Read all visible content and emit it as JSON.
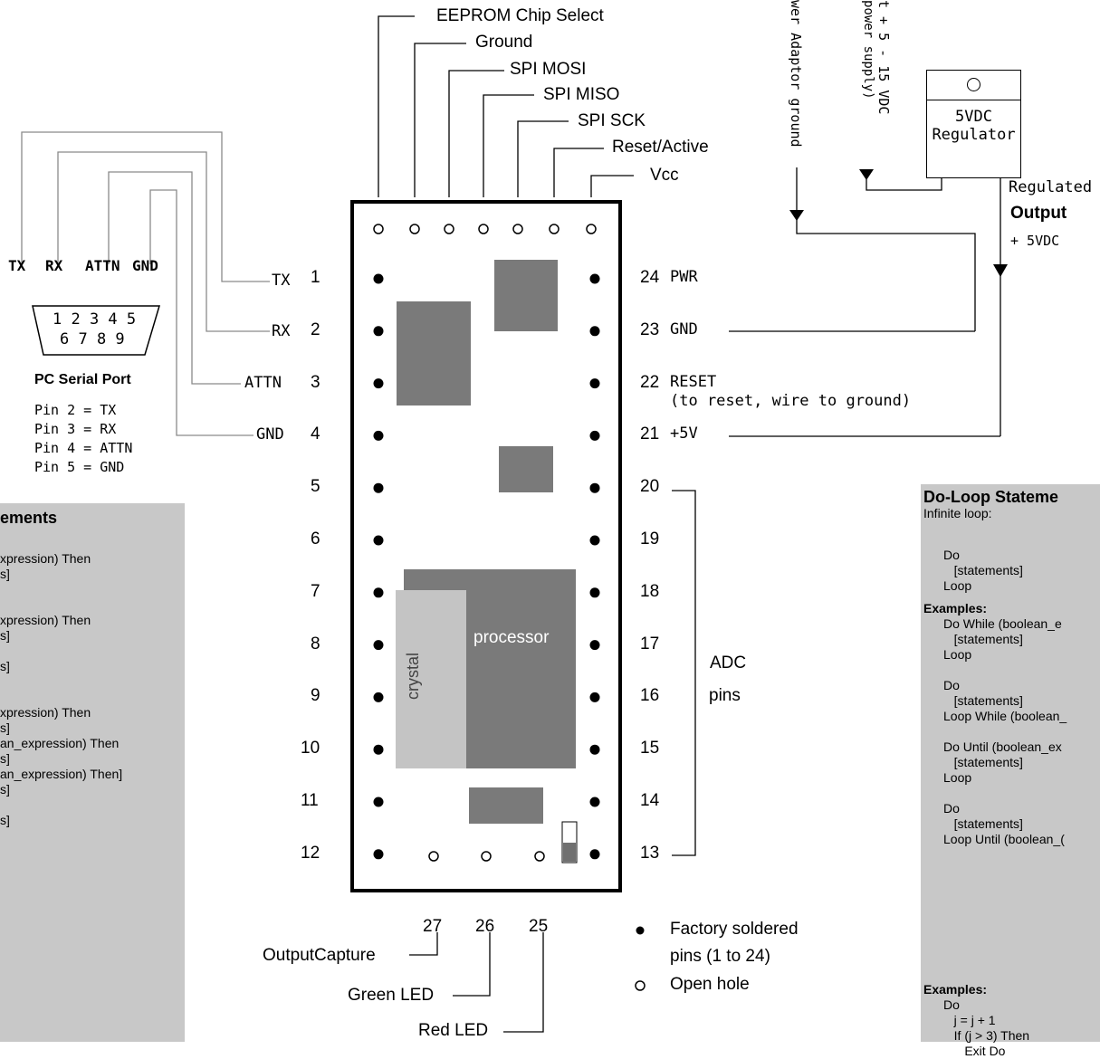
{
  "top_labels": [
    "EEPROM Chip Select",
    "Ground",
    "SPI MOSI",
    "SPI MISO",
    "SPI SCK",
    "Reset/Active",
    "Vcc"
  ],
  "serial": {
    "header_labels": [
      "TX",
      "RX",
      "ATTN",
      "GND"
    ],
    "connector_top": "1 2 3 4 5",
    "connector_bottom": "6 7 8 9",
    "title": "PC Serial Port",
    "pin_map": [
      "Pin 2 = TX",
      "Pin 3 = RX",
      "Pin 4 = ATTN",
      "Pin 5 = GND"
    ]
  },
  "left_pin_signals": [
    "TX",
    "RX",
    "ATTN",
    "GND"
  ],
  "left_pins": [
    "1",
    "2",
    "3",
    "4",
    "5",
    "6",
    "7",
    "8",
    "9",
    "10",
    "11",
    "12"
  ],
  "right_pins": [
    {
      "num": "24",
      "label": "PWR"
    },
    {
      "num": "23",
      "label": "GND"
    },
    {
      "num": "22",
      "label": "RESET"
    },
    {
      "num": "21",
      "label": "+5V"
    },
    {
      "num": "20",
      "label": ""
    },
    {
      "num": "19",
      "label": ""
    },
    {
      "num": "18",
      "label": ""
    },
    {
      "num": "17",
      "label": ""
    },
    {
      "num": "16",
      "label": ""
    },
    {
      "num": "15",
      "label": ""
    },
    {
      "num": "14",
      "label": ""
    },
    {
      "num": "13",
      "label": ""
    }
  ],
  "reset_note": "(to reset, wire to ground)",
  "adc_label": [
    "ADC",
    "pins"
  ],
  "chip_labels": {
    "crystal": "crystal",
    "processor": "processor"
  },
  "bottom_pins": [
    "27",
    "26",
    "25"
  ],
  "bottom_labels": [
    "OutputCapture",
    "Green LED",
    "Red LED"
  ],
  "legend": {
    "soldered": [
      "Factory soldered",
      "pins (1 to 24)"
    ],
    "open": "Open hole"
  },
  "power": {
    "adaptor_ground": "wer Adaptor ground",
    "supply_line1": "t + 5 - 15 VDC",
    "supply_line2": "power supply)",
    "regulator": [
      "5VDC",
      "Regulator"
    ],
    "output": [
      "Regulated",
      "Output",
      "+ 5VDC"
    ]
  },
  "left_panel": {
    "title": "ements",
    "lines": [
      "xpression) Then",
      "s]",
      "",
      "",
      "xpression) Then",
      "s]",
      "",
      "s]",
      "",
      "",
      "xpression) Then",
      "s]",
      "an_expression) Then",
      "s]",
      "an_expression) Then]",
      "s]",
      "",
      "s]"
    ]
  },
  "right_panel": {
    "title": "Do-Loop Stateme",
    "subtitle": "Infinite loop:",
    "block1": [
      "Do",
      "   [statements]",
      "Loop"
    ],
    "ex1_title": "Examples:",
    "ex1": [
      "Do While (boolean_e",
      "   [statements]",
      "Loop",
      "",
      "Do",
      "   [statements]",
      "Loop While (boolean_",
      "",
      "Do Until (boolean_ex",
      "   [statements]",
      "Loop",
      "",
      "Do",
      "   [statements]",
      "Loop Until (boolean_("
    ],
    "ex2_title": "Examples:",
    "ex2": [
      "Do",
      "   j = j + 1",
      "   If (j > 3) Then",
      "      Exit Do"
    ]
  }
}
